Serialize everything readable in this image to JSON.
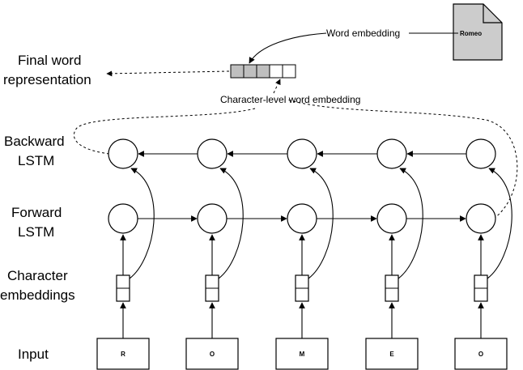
{
  "labels": {
    "final_word": [
      "Final word",
      "representation"
    ],
    "word_embedding": "Word embedding",
    "char_level": "Character-level word embedding",
    "backward": [
      "Backward",
      "LSTM"
    ],
    "forward": [
      "Forward",
      "LSTM"
    ],
    "char_embeddings": [
      "Character",
      "embeddings"
    ],
    "input": "Input",
    "document": "Romeo"
  },
  "inputs": [
    "R",
    "O",
    "M",
    "E",
    "O"
  ],
  "colors": {
    "embedding_fill": "#bfbfbf",
    "document_fill": "#cccccc",
    "stroke": "#000000"
  }
}
